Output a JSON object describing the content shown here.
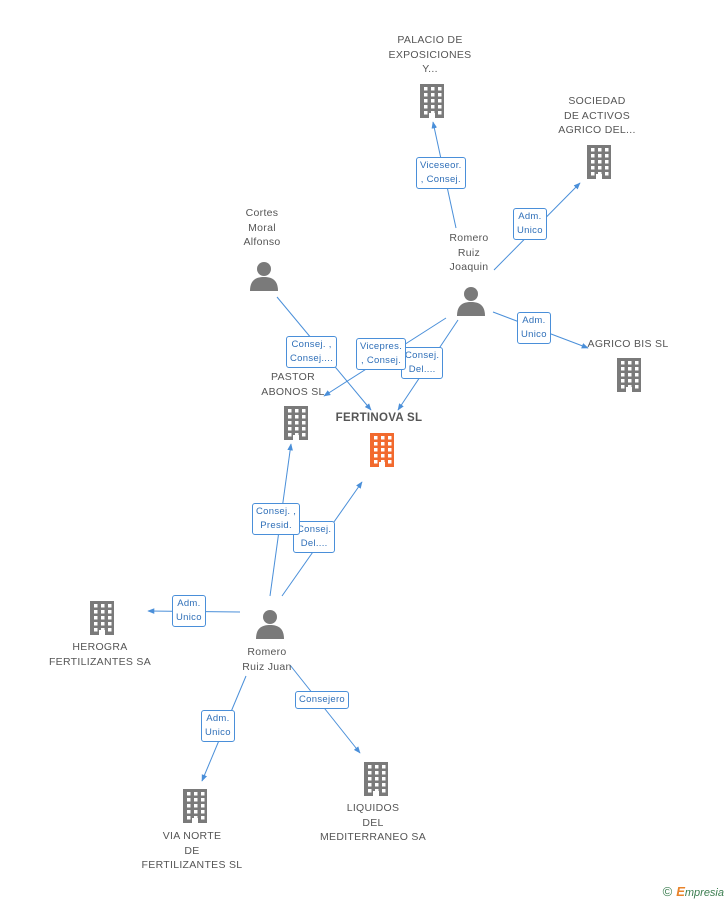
{
  "colors": {
    "edge": "#4a8fd9",
    "node": "#7a7a7a",
    "center": "#f26a2e"
  },
  "nodes": {
    "fertinova": {
      "lines": [
        "FERTINOVA SL"
      ],
      "icon": "building-icon"
    },
    "palacio": {
      "lines": [
        "PALACIO DE",
        "EXPOSICIONES",
        "Y..."
      ],
      "icon": "building-icon"
    },
    "sociedad": {
      "lines": [
        "SOCIEDAD",
        "DE ACTIVOS",
        "AGRICO DEL..."
      ],
      "icon": "building-icon"
    },
    "cortes": {
      "lines": [
        "Cortes",
        "Moral",
        "Alfonso"
      ],
      "icon": "person-icon"
    },
    "romero_joaquin": {
      "lines": [
        "Romero",
        "Ruiz",
        "Joaquin"
      ],
      "icon": "person-icon"
    },
    "agrico_bis": {
      "lines": [
        "AGRICO BIS SL"
      ],
      "icon": "building-icon"
    },
    "pastor": {
      "lines": [
        "PASTOR",
        "ABONOS SL"
      ],
      "icon": "building-icon"
    },
    "herogra": {
      "lines": [
        "HEROGRA",
        "FERTILIZANTES SA"
      ],
      "icon": "building-icon"
    },
    "romero_juan": {
      "lines": [
        "Romero",
        "Ruiz Juan"
      ],
      "icon": "person-icon"
    },
    "via_norte": {
      "lines": [
        "VIA NORTE",
        "DE",
        "FERTILIZANTES SL"
      ],
      "icon": "building-icon"
    },
    "liquidos": {
      "lines": [
        "LIQUIDOS",
        "DEL",
        "MEDITERRANEO SA"
      ],
      "icon": "building-icon"
    }
  },
  "edges": [
    {
      "lines": [
        "Viceseor.",
        ", Consej."
      ]
    },
    {
      "lines": [
        "Adm.",
        "Unico"
      ]
    },
    {
      "lines": [
        "Adm.",
        "Unico"
      ]
    },
    {
      "lines": [
        "Consej. ,",
        "Consej...."
      ]
    },
    {
      "lines": [
        "Vicepres.",
        ", Consej."
      ]
    },
    {
      "lines": [
        "Consej.",
        "Del...."
      ]
    },
    {
      "lines": [
        "Consej. ,",
        "Presid."
      ]
    },
    {
      "lines": [
        "Consej.",
        "Del...."
      ]
    },
    {
      "lines": [
        "Adm.",
        "Unico"
      ]
    },
    {
      "lines": [
        "Adm.",
        "Unico"
      ]
    },
    {
      "lines": [
        "Consejero"
      ]
    }
  ],
  "footer": {
    "copyright": "©",
    "brand_initial": "E",
    "brand_rest": "mpresia"
  }
}
